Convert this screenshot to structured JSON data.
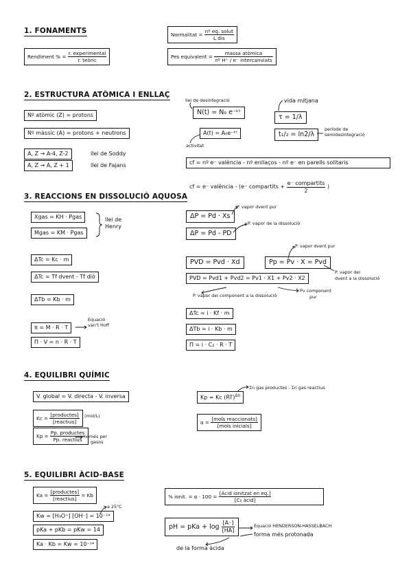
{
  "s1": {
    "title": "1. FONAMENTS",
    "rend_lhs": "Rendiment % =",
    "rend_num": "r. experimental",
    "rend_den": "r. teòric",
    "norm_lhs": "Normalitat =",
    "norm_num": "nº eq. solut",
    "norm_den": "L dis",
    "pes_lhs": "Pes equivalent =",
    "pes_num": "massa atòmica",
    "pes_den": "nº H⁺ / e⁻ intercanviats"
  },
  "s2": {
    "title": "2. ESTRUCTURA ATÒMICA I ENLLAÇ",
    "atomic": "Nº atòmic (Z) = protons",
    "massic": "Nº màssic (A) = protons + neutrons",
    "soddy_eq": "A, Z → A-4, Z-2",
    "soddy_label": "llei de Soddy",
    "fajans_eq": "A, Z → A, Z + 1",
    "fajans_label": "llei de Fajans",
    "desint_label": "llei de desintegració",
    "desint_eq": "N(t) = N₀ e⁻ᵏᵗ",
    "activ_eq": "A(t) = A₀e⁻ᵏᵗ",
    "activ_label": "activitat",
    "vida_label": "vida mitjana",
    "tau_eq": "τ = 1/λ",
    "half_eq": "t₁/₂ = ln2/λ",
    "periode_label1": "període de",
    "periode_label2": "semidesintegració",
    "cf_box": "cf = nº e⁻ valència - nº enllaços - nº e⁻ en parells solitaris",
    "cf_alt_lhs": "cf = e⁻ valència - (e⁻ compartits +",
    "cf_alt_num": "e⁻ compartits",
    "cf_alt_den": "2",
    "cf_alt_end": ")"
  },
  "s3": {
    "title": "3. REACCIONS EN DISSOLUCIÓ AQUOSA",
    "henry1": "Xgas = KH · Pgas",
    "henry2": "Mgas = KM · Pgas",
    "henry_label1": "llei de",
    "henry_label2": "Henry",
    "dtc1": "ΔTc = Kc · m",
    "dtc2": "ΔTc = Tf dvent - Tf dió",
    "dtb": "ΔTb = Kb · m",
    "pi1": "π = M · R · T",
    "vanthoff1": "Equació",
    "vanthoff2": "van't Hoff",
    "pi2": "Π · V = n · R · T",
    "dp1": "ΔP = Pd · Xs",
    "dp1_label": "P. vapor dvent pur",
    "dp2": "ΔP = Pd - PD",
    "dp2_label": "P. vapor de la dissolució",
    "pvd1": "PVD = Pvd · Xd",
    "pp": "Pp = Pv · X = Pvd",
    "pp_top_label": "P. vapor dvent pur",
    "pp_right_label1": "P. vapor del",
    "pp_right_label2": "dvent a la dissolució",
    "pvd2": "PVD = Pvd1 + Pvd2 = Pv1 · X1 + Pv2 · X2",
    "pvd2_left_label": "P. vapor del component a la dissolució",
    "pvd2_right_label1": "Pv component",
    "pvd2_right_label2": "pur",
    "dtc_i": "ΔTc = i · Kf · m",
    "dtb_i": "ΔTb = i · Kb · m",
    "pi_i": "Π = i · C₂ · R · T"
  },
  "s4": {
    "title": "4. EQUILIBRI QUÍMIC",
    "vglobal": "V. global = V. directa - V. inversa",
    "kc_lhs": "Kc =",
    "kc_num": "[productes]",
    "kc_den": "[reactius]",
    "kc_unit": "(mol/L)",
    "kp_lhs": "Kp =",
    "kp_num": "Pp. productes",
    "kp_den": "Pp. reactius",
    "kp_note1": "només per",
    "kp_note2": "gasos",
    "kp_kc": "Kp = Kc (RT)",
    "kp_kc_exp": "Δn",
    "kp_kc_label": "Σn gas productes - Σn gas reactius",
    "alpha_lhs": "α =",
    "alpha_num": "[mols reaccionats]",
    "alpha_den": "[mols inicials]"
  },
  "s5": {
    "title": "5. EQUILIBRI ÀCID-BASE",
    "ka_lhs": "Ka =",
    "ka_num": "[productes]",
    "ka_den": "[reactius]",
    "ka_end": "= Kb",
    "kw": "Kw = [H₃O⁺] [OH⁻] = 10⁻¹⁴",
    "kw_label": "a 25°C",
    "pka": "pKa + pKb = pKw = 14",
    "kakb": "Ka · Kb = Kw = 10⁻¹⁴",
    "ionit_lhs": "% ionit. = α · 100 =",
    "ionit_num": "[Àcid ionitzat en eq.]",
    "ionit_den": "[C₀ àcid]",
    "hh_lhs": "pH = pKa + log",
    "hh_num": "[A⁻]",
    "hh_den": "[HA]",
    "hh_label1": "Equació HENDERSON-HASSELBACH",
    "hh_label2": "forma més protonada",
    "hh_label3": "de la forma àcida"
  }
}
